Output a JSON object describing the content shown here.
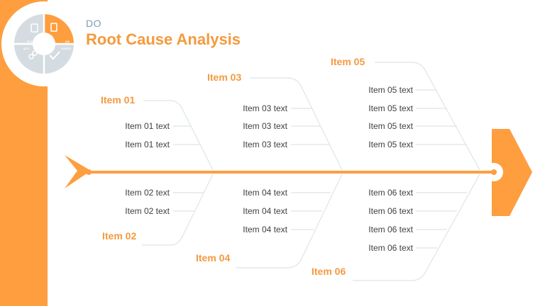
{
  "header": {
    "eyebrow": "DO",
    "title": "Root Cause Analysis"
  },
  "pdca_wheel": {
    "segments": [
      "PLAN",
      "DO",
      "CHECK",
      "ACT"
    ],
    "active": "DO"
  },
  "colors": {
    "accent": "#FE9E3E",
    "accent_text": "#F49A3E",
    "eyebrow": "#7F9DB3",
    "bone": "#E3E8EB",
    "wheel_grey": "#D5DCE1"
  },
  "fishbone": {
    "categories": [
      {
        "label": "Item 01",
        "items": [
          "Item 01 text",
          "Item 01 text"
        ]
      },
      {
        "label": "Item 02",
        "items": [
          "Item 02 text",
          "Item 02 text"
        ]
      },
      {
        "label": "Item 03",
        "items": [
          "Item 03 text",
          "Item 03 text",
          "Item 03 text"
        ]
      },
      {
        "label": "Item 04",
        "items": [
          "Item 04 text",
          "Item 04 text",
          "Item 04 text"
        ]
      },
      {
        "label": "Item 05",
        "items": [
          "Item 05 text",
          "Item 05 text",
          "Item 05 text",
          "Item 05 text"
        ]
      },
      {
        "label": "Item 06",
        "items": [
          "Item 06 text",
          "Item 06 text",
          "Item 06 text",
          "Item 06 text"
        ]
      }
    ]
  }
}
